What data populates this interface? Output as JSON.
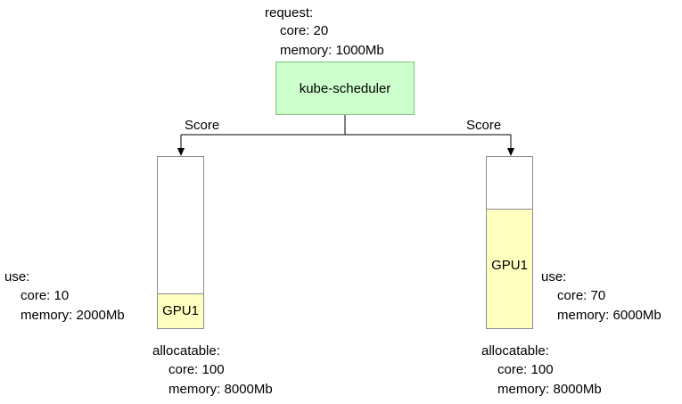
{
  "request": {
    "heading": "request:",
    "core": "core: 20",
    "memory": "memory: 1000Mb"
  },
  "scheduler": {
    "label": "kube-scheduler",
    "color": "#ccffcc"
  },
  "edges": {
    "left_label": "Score",
    "right_label": "Score"
  },
  "nodes": [
    {
      "gpu_label": "GPU1",
      "use_fraction": 0.2,
      "use": {
        "heading": "use:",
        "core": "core: 10",
        "memory": "memory: 2000Mb"
      },
      "allocatable": {
        "heading": "allocatable:",
        "core": "core: 100",
        "memory": "memory: 8000Mb"
      }
    },
    {
      "gpu_label": "GPU1",
      "use_fraction": 0.7,
      "use": {
        "heading": "use:",
        "core": "core: 70",
        "memory": "memory: 6000Mb"
      },
      "allocatable": {
        "heading": "allocatable:",
        "core": "core: 100",
        "memory": "memory: 8000Mb"
      }
    }
  ],
  "colors": {
    "gpu_fill": "#ffffc0",
    "line": "#000000"
  }
}
